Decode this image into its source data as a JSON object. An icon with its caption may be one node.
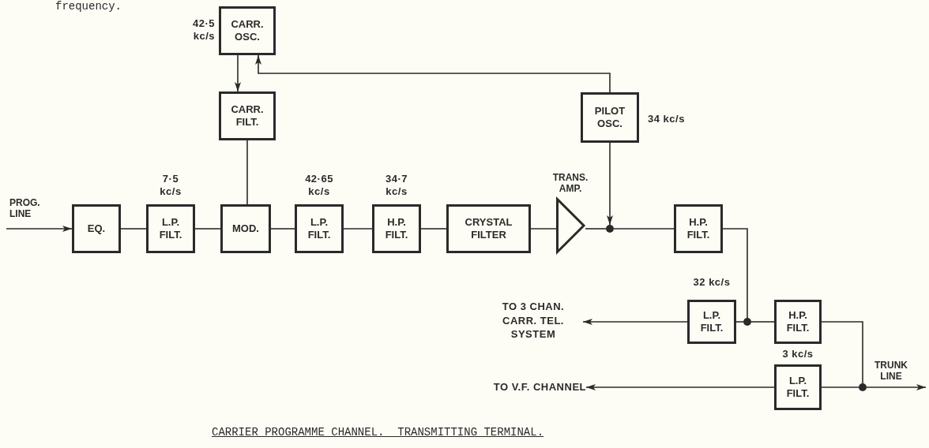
{
  "diagram": {
    "caption": "CARRIER PROGRAMME CHANNEL.  TRANSMITTING TERMINAL.",
    "nodes": [
      {
        "text": [
          "CARR. OSC."
        ],
        "beside": [
          "42·5 kc/s"
        ]
      },
      {
        "text": [
          "CARR. FILT."
        ]
      },
      {
        "text": [
          "EQ."
        ]
      },
      {
        "text": [
          "L.P. FILT."
        ],
        "beside": [
          "7·5 kc/s"
        ]
      },
      {
        "text": [
          "MOD."
        ]
      },
      {
        "text": [
          "L.P. FILT."
        ],
        "beside": [
          "42·65 kc/s"
        ]
      },
      {
        "text": [
          "H.P. FILT."
        ],
        "beside": [
          "34·7 kc/s"
        ]
      },
      {
        "text": [
          "CRYSTAL FILTER"
        ]
      },
      {
        "text": [
          "TRANS. AMP."
        ]
      },
      {
        "text": [
          "PILOT OSC."
        ],
        "beside": [
          "34 kc/s"
        ]
      },
      {
        "text": [],
        "shape": "circle"
      },
      {
        "text": [
          "H.P. FILT."
        ]
      },
      {
        "text": [],
        "shape": "circle"
      },
      {
        "text": [
          "L.P. FILT."
        ],
        "beside": [
          "32 kc/s"
        ]
      },
      {
        "text": [
          "H.P. FILT."
        ]
      },
      {
        "text": [
          "TO 3 CHAN. CARR. TEL. SYSTEM"
        ]
      },
      {
        "text": [
          "L.P. FILT."
        ],
        "beside": [
          "3 kc/s"
        ]
      },
      {
        "text": [],
        "shape": "circle"
      },
      {
        "text": [
          "TO V.F. CHANNEL"
        ]
      }
    ],
    "edges": [
      {
        "from": null,
        "to": 2,
        "arrow": "to"
      },
      {
        "from": 2,
        "to": 3,
        "arrow": "none"
      },
      {
        "from": 3,
        "to": 4,
        "arrow": "none"
      },
      {
        "from": 1,
        "to": 4,
        "arrow": "none"
      },
      {
        "from": 0,
        "to": 1,
        "arrow": "to"
      },
      {
        "from": 4,
        "to": 5,
        "arrow": "none"
      },
      {
        "from": 5,
        "to": 6,
        "arrow": "none"
      },
      {
        "from": 6,
        "to": 7,
        "arrow": "none"
      },
      {
        "from": 7,
        "to": 8,
        "arrow": "none"
      },
      {
        "from": 8,
        "to": 10,
        "arrow": "none"
      },
      {
        "from": 9,
        "to": 10,
        "arrow": "to"
      },
      {
        "from": 9,
        "to": 0,
        "arrow": "to"
      },
      {
        "from": 10,
        "to": 11,
        "arrow": "none"
      },
      {
        "from": 11,
        "to": 12,
        "arrow": "none"
      },
      {
        "from": 13,
        "to": 12,
        "arrow": "none"
      },
      {
        "from": 12,
        "to": 14,
        "arrow": "none"
      },
      {
        "from": 13,
        "to": 15,
        "arrow": "to"
      },
      {
        "from": 14,
        "to": 17,
        "arrow": "none"
      },
      {
        "from": 16,
        "to": 17,
        "arrow": "none"
      },
      {
        "from": 17,
        "to": null,
        "arrow": "to"
      },
      {
        "from": 16,
        "to": 18,
        "arrow": "to"
      }
    ],
    "labels": [
      "frequency.",
      "PROG. LINE",
      "TRUNK LINE"
    ]
  }
}
